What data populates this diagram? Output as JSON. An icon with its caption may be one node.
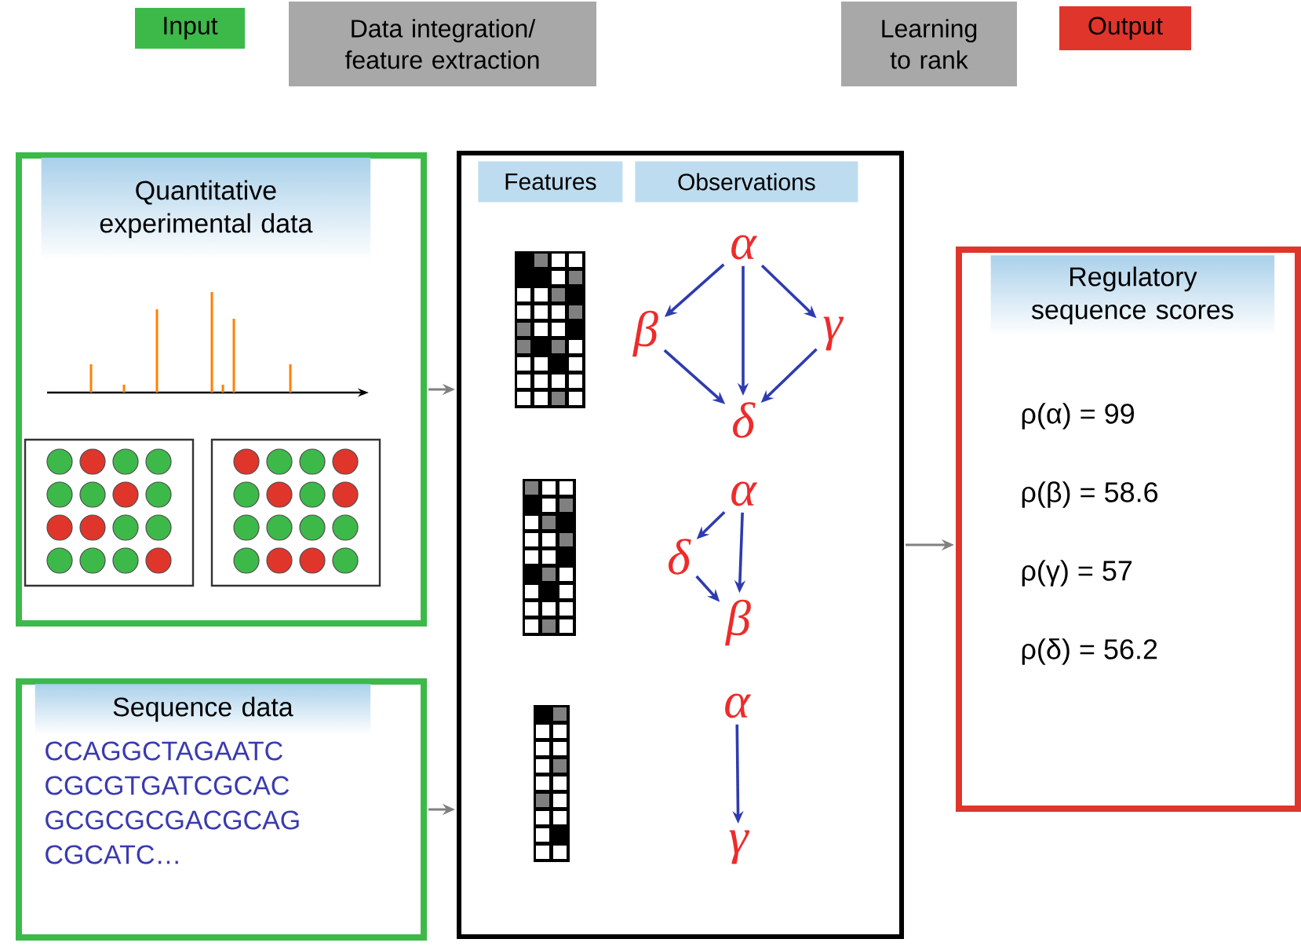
{
  "diagram": {
    "nodes": [
      {
        "text": [
          "Input"
        ]
      },
      {
        "text": [
          "Data integration/ feature extraction"
        ]
      },
      {
        "text": [
          "Learning to rank"
        ]
      },
      {
        "text": [
          "Output"
        ]
      },
      {
        "text": [
          "Quantitative experimental data"
        ]
      },
      {
        "text": [
          "Sequence data",
          "CCAGGCTAGAATC CGCGTGATCGCAC GCGCGCGACGCAG CGCATC…"
        ]
      },
      {
        "text": [],
        "shape": "box"
      },
      {
        "text": [
          "Features"
        ],
        "in": 6
      },
      {
        "text": [
          "Observations"
        ],
        "in": 6
      },
      {
        "text": [
          "α"
        ],
        "in": 6
      },
      {
        "text": [
          "β"
        ],
        "in": 6
      },
      {
        "text": [
          "γ"
        ],
        "in": 6
      },
      {
        "text": [
          "δ"
        ],
        "in": 6
      },
      {
        "text": [
          "α"
        ],
        "in": 6
      },
      {
        "text": [
          "δ"
        ],
        "in": 6
      },
      {
        "text": [
          "β"
        ],
        "in": 6
      },
      {
        "text": [
          "α"
        ],
        "in": 6
      },
      {
        "text": [
          "γ"
        ],
        "in": 6
      },
      {
        "text": [
          "Regulatory sequence scores",
          "ρ(α) = 99",
          "ρ(β) = 58.6",
          "ρ(γ) = 57",
          "ρ(δ) = 56.2"
        ]
      }
    ],
    "edges": [
      {
        "from": 4,
        "to": 6,
        "arrow": "to",
        "color": "#808080"
      },
      {
        "from": 5,
        "to": 6,
        "arrow": "to",
        "color": "#808080"
      },
      {
        "from": 6,
        "to": 18,
        "arrow": "to",
        "color": "#808080"
      },
      {
        "from": 9,
        "to": 10,
        "arrow": "to"
      },
      {
        "from": 9,
        "to": 12,
        "arrow": "to"
      },
      {
        "from": 9,
        "to": 11,
        "arrow": "to"
      },
      {
        "from": 10,
        "to": 12,
        "arrow": "to"
      },
      {
        "from": 11,
        "to": 12,
        "arrow": "to"
      },
      {
        "from": 13,
        "to": 14,
        "arrow": "to"
      },
      {
        "from": 13,
        "to": 15,
        "arrow": "to"
      },
      {
        "from": 14,
        "to": 15,
        "arrow": "to"
      },
      {
        "from": 16,
        "to": 17,
        "arrow": "to"
      }
    ]
  }
}
